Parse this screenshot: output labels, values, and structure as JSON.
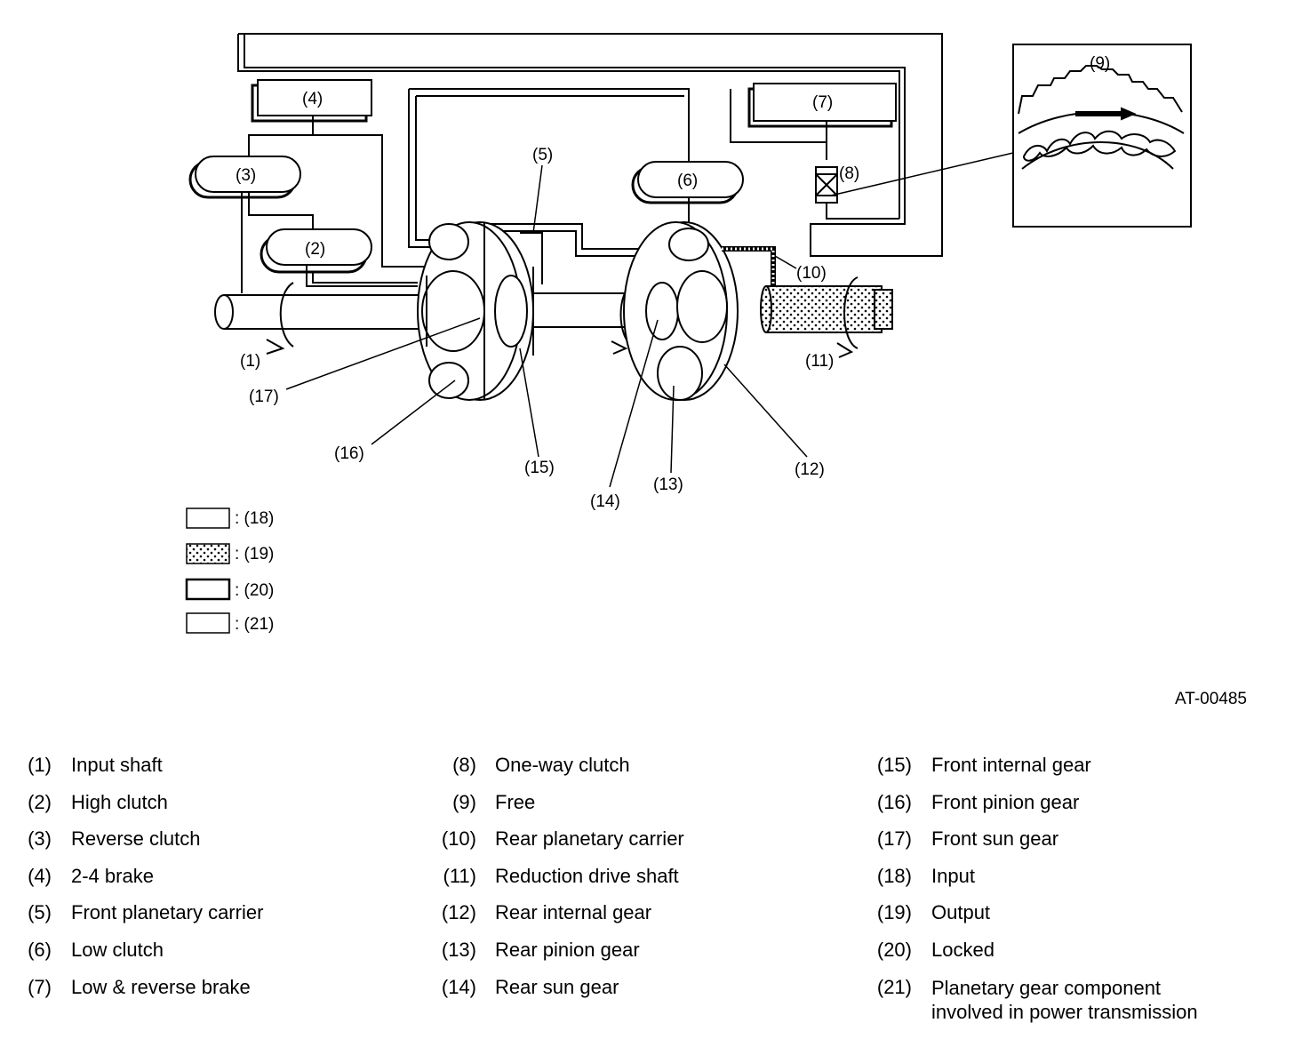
{
  "diagram": {
    "callouts": {
      "c1": "(1)",
      "c2": "(2)",
      "c3": "(3)",
      "c4": "(4)",
      "c5": "(5)",
      "c6": "(6)",
      "c7": "(7)",
      "c8": "(8)",
      "c9": "(9)",
      "c10": "(10)",
      "c11": "(11)",
      "c12": "(12)",
      "c13": "(13)",
      "c14": "(14)",
      "c15": "(15)",
      "c16": "(16)",
      "c17": "(17)"
    },
    "key": [
      {
        "label": ": (18)",
        "fill": "outline-light"
      },
      {
        "label": ": (19)",
        "fill": "dotted"
      },
      {
        "label": ": (20)",
        "fill": "outline-bold"
      },
      {
        "label": ": (21)",
        "fill": "outline-light"
      }
    ],
    "code": "AT-00485"
  },
  "legend": {
    "columns": [
      [
        {
          "num": "(1)",
          "text": "Input shaft"
        },
        {
          "num": "(2)",
          "text": "High clutch"
        },
        {
          "num": "(3)",
          "text": "Reverse clutch"
        },
        {
          "num": "(4)",
          "text": "2-4 brake"
        },
        {
          "num": "(5)",
          "text": "Front planetary carrier"
        },
        {
          "num": "(6)",
          "text": "Low clutch"
        },
        {
          "num": "(7)",
          "text": "Low & reverse brake"
        }
      ],
      [
        {
          "num": "(8)",
          "text": "One-way clutch"
        },
        {
          "num": "(9)",
          "text": "Free"
        },
        {
          "num": "(10)",
          "text": "Rear planetary carrier"
        },
        {
          "num": "(11)",
          "text": "Reduction drive shaft"
        },
        {
          "num": "(12)",
          "text": "Rear internal gear"
        },
        {
          "num": "(13)",
          "text": "Rear pinion gear"
        },
        {
          "num": "(14)",
          "text": "Rear sun gear"
        }
      ],
      [
        {
          "num": "(15)",
          "text": "Front internal gear"
        },
        {
          "num": "(16)",
          "text": "Front pinion gear"
        },
        {
          "num": "(17)",
          "text": "Front sun gear"
        },
        {
          "num": "(18)",
          "text": "Input"
        },
        {
          "num": "(19)",
          "text": "Output"
        },
        {
          "num": "(20)",
          "text": "Locked"
        },
        {
          "num": "(21)",
          "text": "Planetary gear component\ninvolved in power transmission"
        }
      ]
    ]
  }
}
